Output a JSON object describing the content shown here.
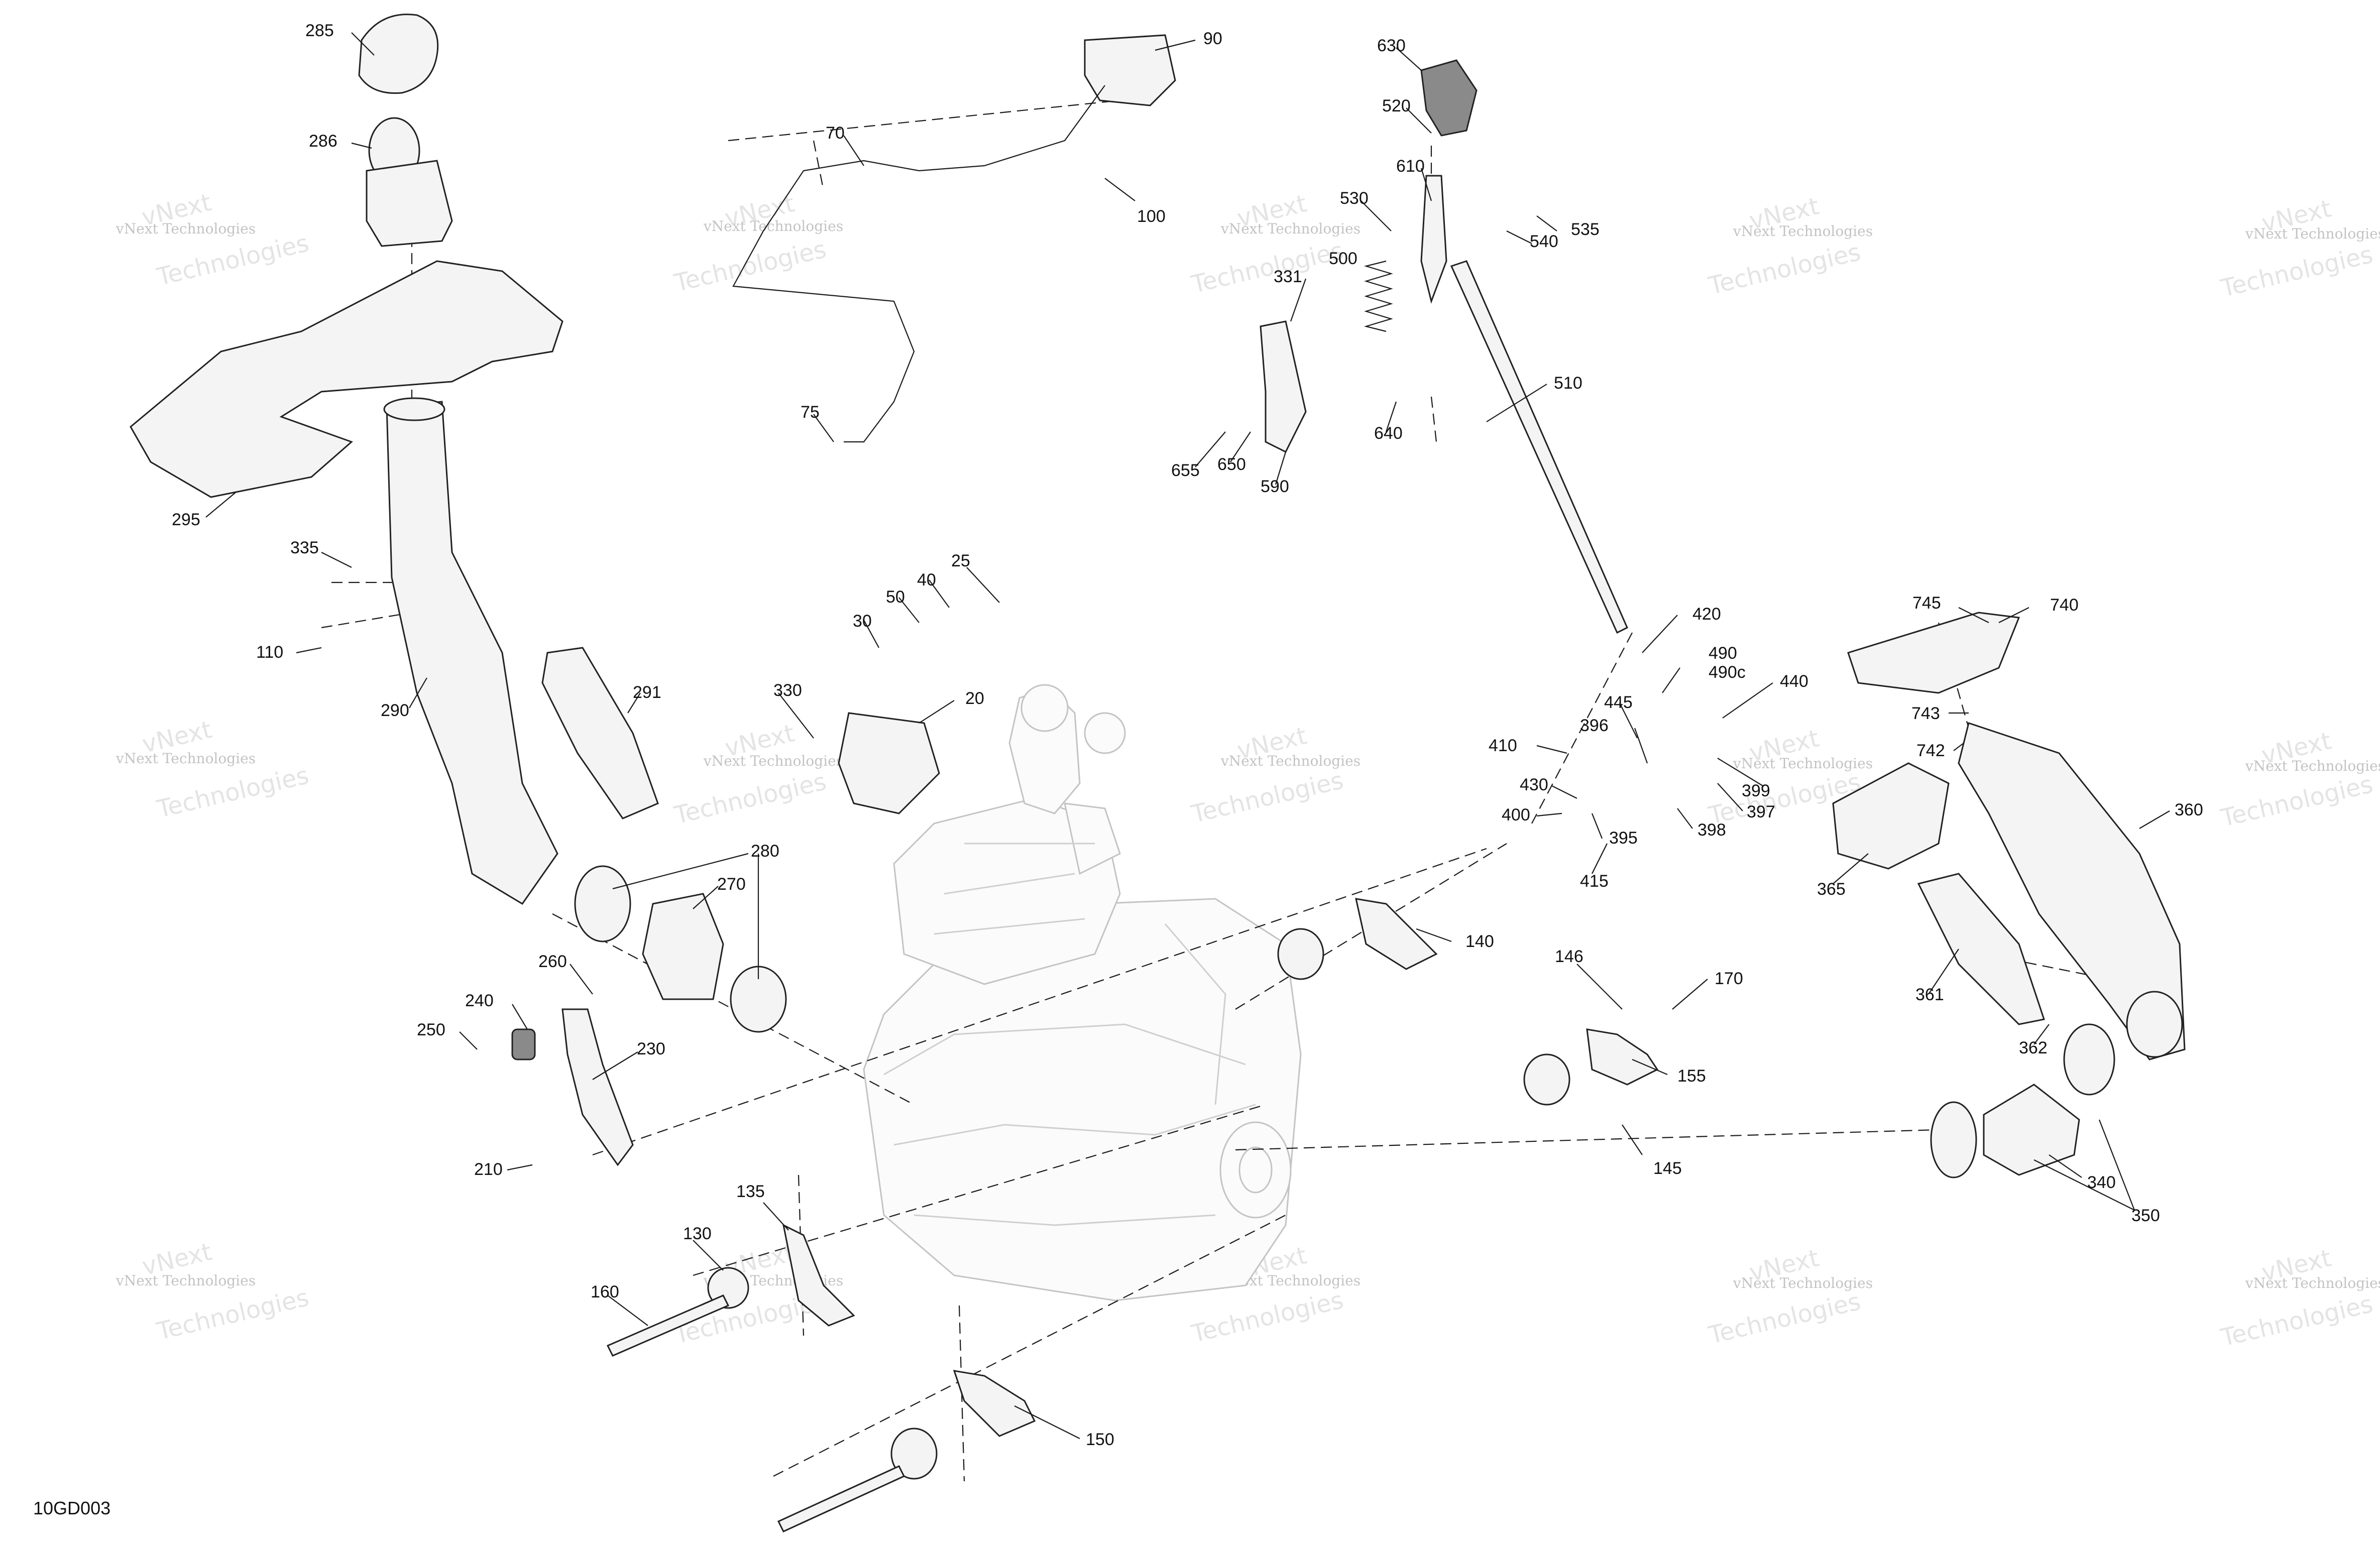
{
  "diagram_id": "10GD003",
  "watermark": {
    "line1": "vNext Technologies",
    "line2_a": "vNext",
    "line2_b": "Technologies"
  },
  "labels": {
    "l285": "285",
    "l286": "286",
    "l295": "295",
    "l335": "335",
    "l110": "110",
    "l290": "290",
    "l291": "291",
    "l280": "280",
    "l270": "270",
    "l260": "260",
    "l240": "240",
    "l250": "250",
    "l230": "230",
    "l210": "210",
    "l90": "90",
    "l70": "70",
    "l100": "100",
    "l75": "75",
    "l25": "25",
    "l40": "40",
    "l50": "50",
    "l30": "30",
    "l330": "330",
    "l20": "20",
    "l630": "630",
    "l520": "520",
    "l610": "610",
    "l530": "530",
    "l500": "500",
    "l331": "331",
    "l510": "510",
    "l535": "535",
    "l540": "540",
    "l655": "655",
    "l650": "650",
    "l590": "590",
    "l640": "640",
    "l420": "420",
    "l490": "490",
    "l490c": "490c",
    "l440": "440",
    "l445": "445",
    "l396": "396",
    "l410": "410",
    "l430": "430",
    "l400": "400",
    "l395": "395",
    "l415": "415",
    "l398": "398",
    "l397": "397",
    "l399": "399",
    "l140": "140",
    "l146": "146",
    "l170": "170",
    "l155": "155",
    "l145": "145",
    "l745": "745",
    "l740": "740",
    "l743": "743",
    "l742": "742",
    "l360": "360",
    "l365": "365",
    "l361": "361",
    "l362": "362",
    "l340": "340",
    "l350": "350",
    "l135": "135",
    "l130": "130",
    "l160": "160",
    "l150": "150"
  }
}
